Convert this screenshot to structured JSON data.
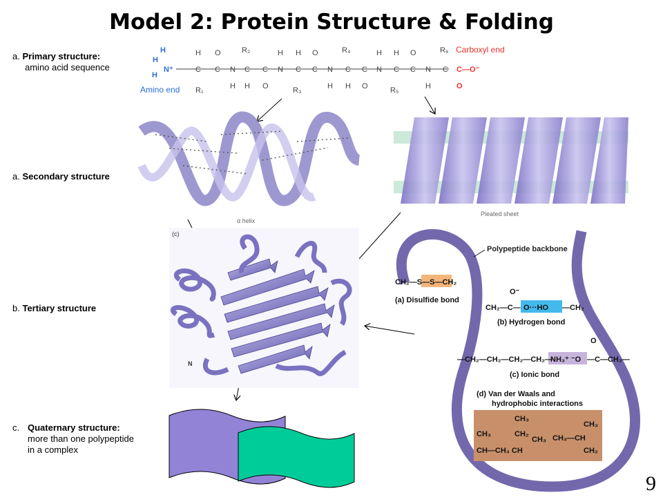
{
  "title": "Model 2: Protein Structure & Folding",
  "labels": {
    "primary_letter": "a.",
    "primary_bold": "Primary structure:",
    "primary_text": "amino acid sequence",
    "secondary_letter": "a.",
    "secondary_bold": "Secondary structure",
    "tertiary_letter": "b.",
    "tertiary_bold": "Tertiary structure",
    "quaternary_letter": "c.",
    "quaternary_bold": "Quaternary structure:",
    "quaternary_text": "more than one polypeptide in a complex"
  },
  "primary_figure": {
    "amino_end": "Amino end",
    "carboxyl_end": "Carboxyl end",
    "r_groups_top": [
      "R₂",
      "R₄",
      "R₆"
    ],
    "r_groups_bottom": [
      "R₁",
      "R₃",
      "R₅"
    ]
  },
  "secondary_figure": {
    "helix_caption": "α helix",
    "sheet_caption": "Pleated sheet"
  },
  "tertiary_figure": {
    "panel_tag": "(c)",
    "terminus": "N"
  },
  "bonds_figure": {
    "backbone_label": "Polypeptide backbone",
    "disulfide": "(a) Disulfide bond",
    "disulfide_formula": "CH₂—S—S—CH₂",
    "hydrogen": "(b) Hydrogen bond",
    "hydrogen_formula_left": "CH₂—C—",
    "hydrogen_formula_mid": "O···HO",
    "hydrogen_formula_right": "—CH₂",
    "ionic": "(c) Ionic bond",
    "ionic_formula_left": "—CH₂—CH₂—CH₂—CH₂—",
    "ionic_formula_mid": "NH₃⁺ ⁻O",
    "ionic_formula_right": "—C—CH₂—",
    "vdw_line1": "(d) Van der Waals and",
    "vdw_line2": "hydrophobic interactions"
  },
  "page_number": "9",
  "colors": {
    "helix": "#8d86c9",
    "backbone": "#7468ac",
    "sheet_green": "#bfe3cf",
    "quaternary_purple": "#9383d6",
    "quaternary_green": "#00cc99",
    "disulfide_box": "#f4b57a",
    "hbond_box": "#44b9ec",
    "ionic_box": "#c7b4dc",
    "vdw_box": "#c8906a",
    "carboxyl_red": "#e8322a",
    "amino_blue": "#2a6fd6"
  }
}
